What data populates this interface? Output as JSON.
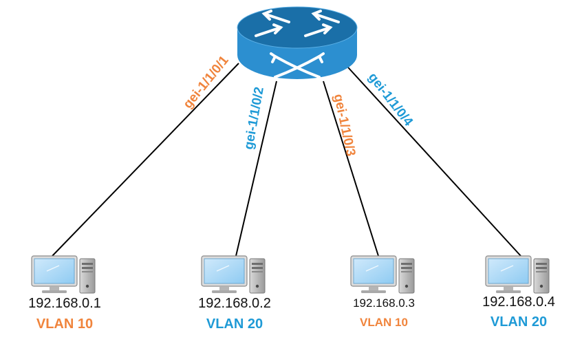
{
  "colors": {
    "orange": "#f0843c",
    "blue": "#1e9ad6",
    "router_top": "#1a6fa8",
    "router_side": "#2c8fd0",
    "line": "#000000"
  },
  "router": {
    "icon": "router-icon"
  },
  "links": [
    {
      "port": "gei-1/1/0/1",
      "color": "orange"
    },
    {
      "port": "gei-1/1/0/2",
      "color": "blue"
    },
    {
      "port": "gei-1/1/0/3",
      "color": "orange"
    },
    {
      "port": "gei-1/1/0/4",
      "color": "blue"
    }
  ],
  "hosts": [
    {
      "ip": "192.168.0.1",
      "vlan": "VLAN 10",
      "color": "orange",
      "icon": "computer-icon"
    },
    {
      "ip": "192.168.0.2",
      "vlan": "VLAN 20",
      "color": "blue",
      "icon": "computer-icon"
    },
    {
      "ip": "192.168.0.3",
      "vlan": "VLAN 10",
      "color": "orange",
      "icon": "computer-icon"
    },
    {
      "ip": "192.168.0.4",
      "vlan": "VLAN 20",
      "color": "blue",
      "icon": "computer-icon"
    }
  ]
}
